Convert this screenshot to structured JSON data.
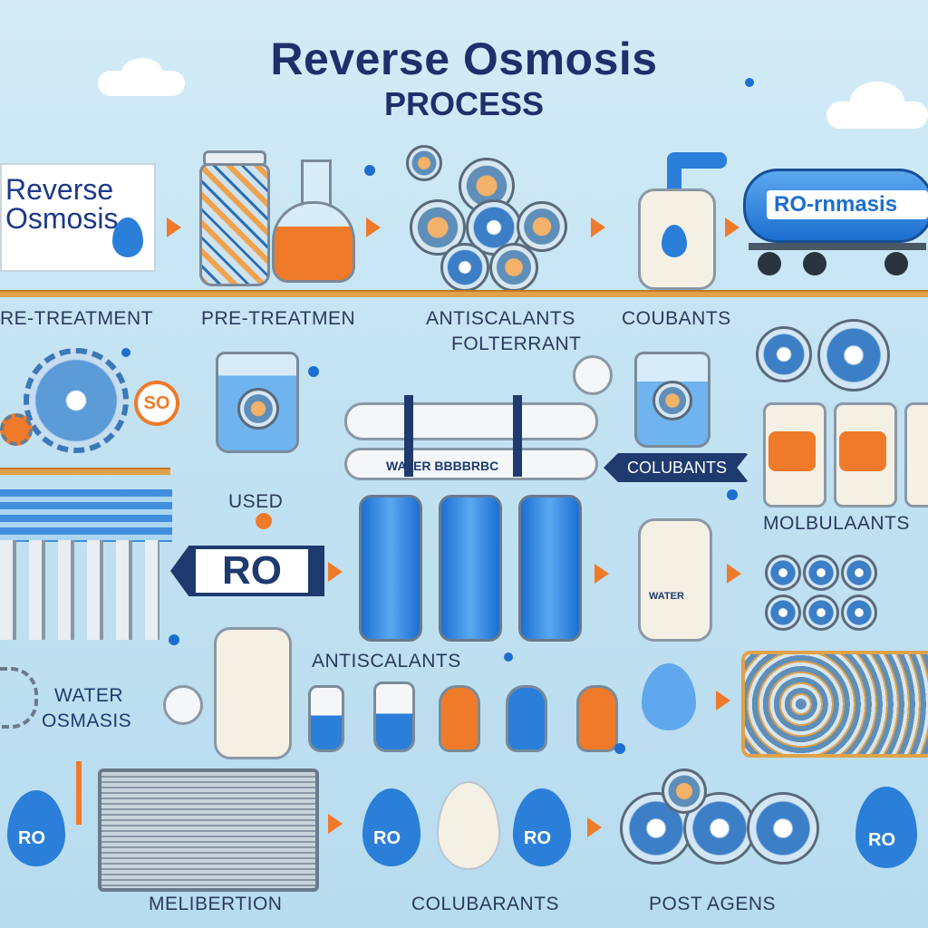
{
  "title": {
    "line1": "Reverse Osmosis",
    "line2": "PROCESS"
  },
  "sign": {
    "line1": "Reverse",
    "line2": "Osmosis"
  },
  "truck": {
    "label": "RO-rnmasis"
  },
  "labels": {
    "pre_treatment_1": "RE-TREATMENT",
    "pre_treatment_2": "PRE-TREATMEN",
    "antiscalants_top_1": "ANTISCALANTS",
    "antiscalants_top_2": "FOLTERRANT",
    "coulbants_top": "COUBANTS",
    "used": "USED",
    "water_banner": "WATER BBBBRBC",
    "coulbants_banner": "COLUBANTS",
    "molbulaants": "MOLBULAANTS",
    "ro_main": "RO",
    "antiscalants_mid": "ANTISCALANTS",
    "water_osmasis_1": "WATER",
    "water_osmasis_2": "OSMASIS",
    "meliberation": "MELIBERTION",
    "colubarants": "COLUBARANTS",
    "post_agents": "POST AGENS",
    "bottle_tag": "WATER",
    "badge_so": "SO"
  },
  "drops": [
    "RO",
    "RO",
    "RO",
    "RO"
  ],
  "colors": {
    "title": "#1f2f6b",
    "accent": "#ef7a2a",
    "blue": "#1c6fd0",
    "background": "#c8e6f4"
  }
}
